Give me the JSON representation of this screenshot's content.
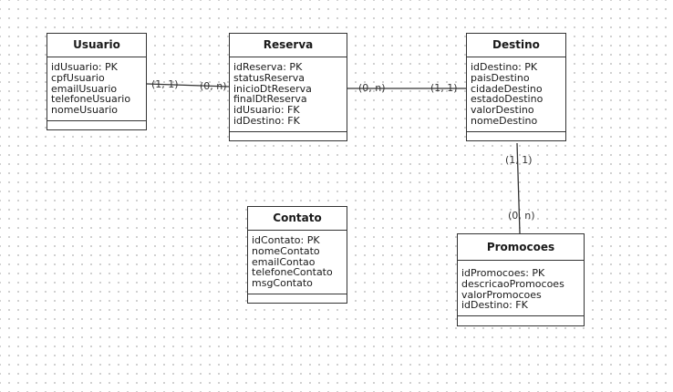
{
  "colors": {
    "border": "#333333",
    "line": "#333333",
    "grid": "#c4c4c4",
    "background": "#ffffff"
  },
  "entities": {
    "usuario": {
      "title": "Usuario",
      "attributes": [
        "idUsuario: PK",
        "cpfUsuario",
        "emailUsuario",
        "telefoneUsuario",
        "nomeUsuario"
      ]
    },
    "reserva": {
      "title": "Reserva",
      "attributes": [
        "idReserva: PK",
        "statusReserva",
        "inicioDtReserva",
        "finalDtReserva",
        "idUsuario: FK",
        "idDestino: FK"
      ]
    },
    "destino": {
      "title": "Destino",
      "attributes": [
        "idDestino: PK",
        "paisDestino",
        "cidadeDestino",
        "estadoDestino",
        "valorDestino",
        "nomeDestino"
      ]
    },
    "contato": {
      "title": "Contato",
      "attributes": [
        "idContato: PK",
        "nomeContato",
        "emailContao",
        "telefoneContato",
        "msgContato"
      ]
    },
    "promocoes": {
      "title": "Promocoes",
      "attributes": [
        "idPromocoes: PK",
        "descricaoPromocoes",
        "valorPromocoes",
        "idDestino: FK"
      ]
    }
  },
  "relationships": [
    {
      "from": "Usuario",
      "to": "Reserva",
      "from_card": "(1, 1)",
      "to_card": "(0, n)"
    },
    {
      "from": "Reserva",
      "to": "Destino",
      "from_card": "(0, n)",
      "to_card": "(1, 1)"
    },
    {
      "from": "Destino",
      "to": "Promocoes",
      "from_card": "(1, 1)",
      "to_card": "(0, n)"
    }
  ]
}
